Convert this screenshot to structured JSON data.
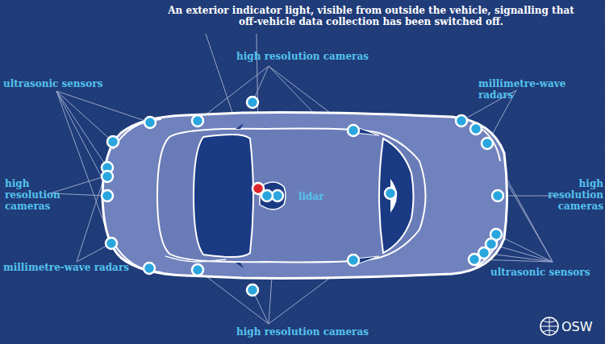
{
  "diagram": {
    "labels": [
      "An exterior indicator light, visible from outside the vehicle, signalling that off-vehicle data collection has been switched off.",
      "high resolution cameras",
      "ultrasonic sensors",
      "millimetre-wave radars",
      "high resolution cameras",
      "lidar",
      "high resolution cameras",
      "millimetre-wave radars",
      "ultrasonic sensors",
      "high resolution cameras",
      "OSW"
    ]
  }
}
